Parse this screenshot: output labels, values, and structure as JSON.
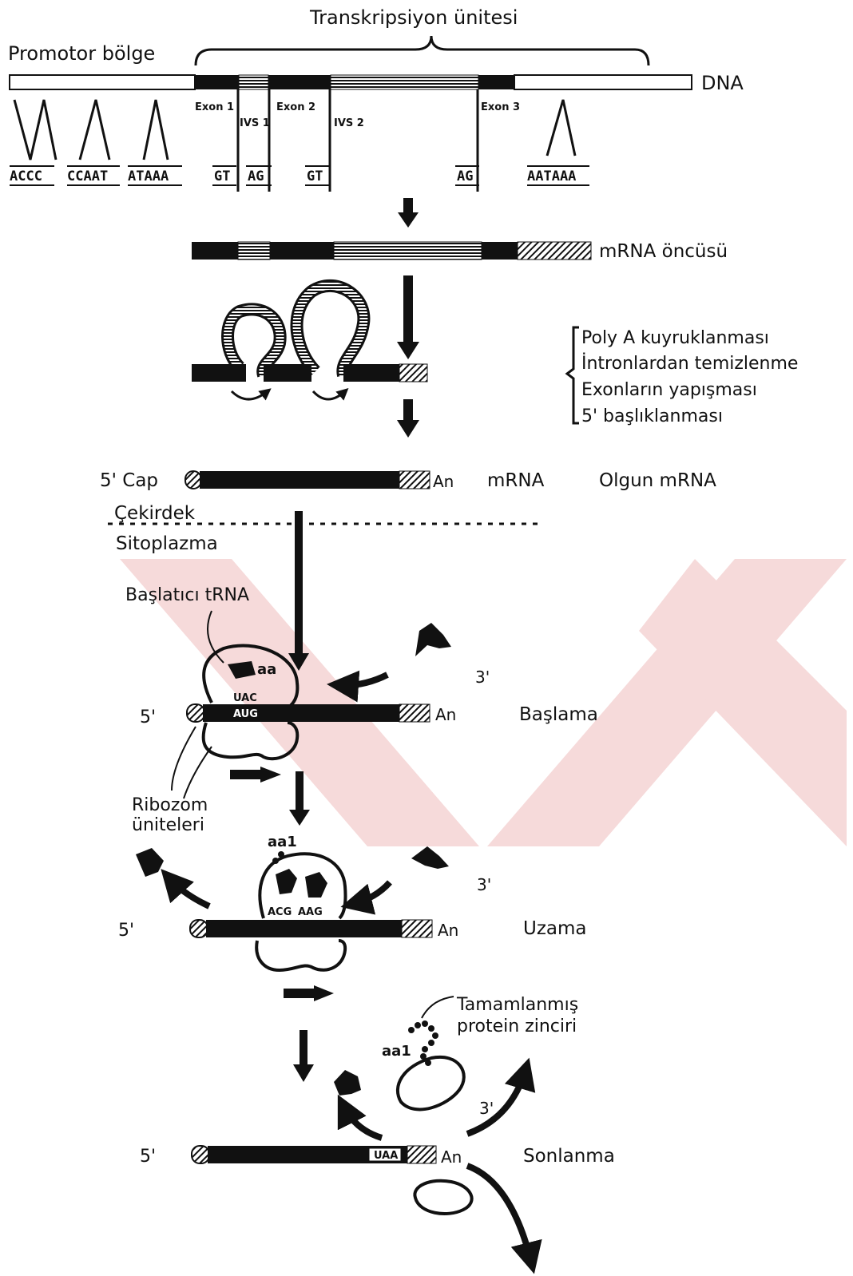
{
  "title": "Transkripsiyon ünitesi",
  "dna": {
    "promoter_label": "Promotor bölge",
    "dna_label": "DNA",
    "exons": [
      "Exon 1",
      "Exon 2",
      "Exon 3"
    ],
    "introns": [
      "IVS 1",
      "IVS 2"
    ],
    "promoter_seqs": [
      "ACCC",
      "CCAAT",
      "ATAAA"
    ],
    "splice_sites": [
      "GT",
      "AG",
      "GT",
      "AG"
    ],
    "polya_signal": "AATAAA"
  },
  "precursor_label": "mRNA öncüsü",
  "processing_steps": [
    "Poly A kuyruklanması",
    "İntronlardan temizlenme",
    "Exonların yapışması",
    "5' başlıklanması"
  ],
  "mature": {
    "cap_label": "5' Cap",
    "tail": "An",
    "mrna_label": "mRNA",
    "mature_label": "Olgun mRNA"
  },
  "compartments": {
    "nucleus": "Çekirdek",
    "cytoplasm": "Sitoplazma"
  },
  "translation": {
    "initiator_trna": "Başlatıcı tRNA",
    "aa": "aa",
    "aa1": "aa1",
    "anticodon_uac": "UAC",
    "start_codon": "AUG",
    "codon_acg": "ACG",
    "codon_aag": "AAG",
    "stop_codon": "UAA",
    "ribosome_label": [
      "Ribozom",
      "üniteleri"
    ],
    "end5": "5'",
    "end3": "3'",
    "stages": [
      "Başlama",
      "Uzama",
      "Sonlanma"
    ],
    "completed_protein": [
      "Tamamlanmış",
      "protein zinciri"
    ]
  },
  "colors": {
    "ink": "#111111",
    "watermark": "#f6dada",
    "paper": "#ffffff"
  }
}
